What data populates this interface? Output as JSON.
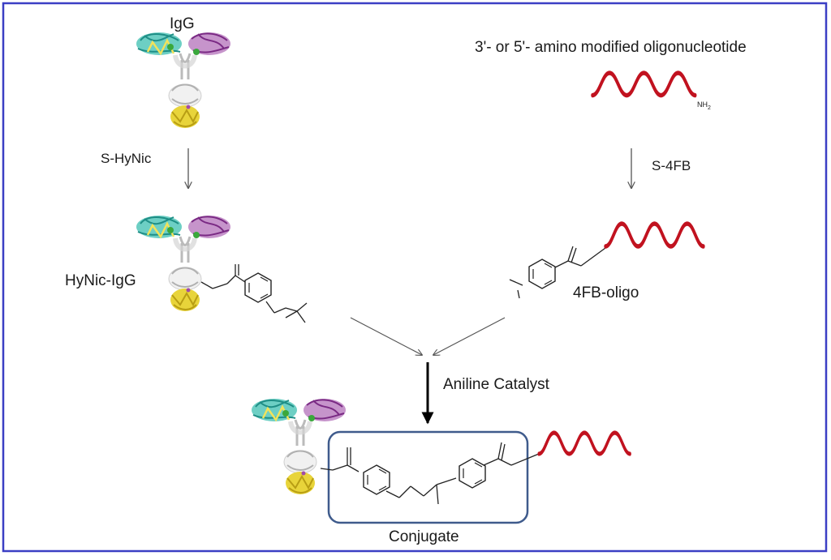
{
  "diagram": {
    "labels": {
      "igg": "IgG",
      "oligo_title": "3'- or 5'- amino modified oligonucleotide",
      "nh2": "NH",
      "nh2_sub": "2",
      "s_hynic": "S-HyNic",
      "s_4fb": "S-4FB",
      "hynic_igg": "HyNic-IgG",
      "fb_oligo": "4FB-oligo",
      "aniline": "Aniline Catalyst",
      "conjugate": "Conjugate"
    },
    "colors": {
      "border": "#3b3fc4",
      "dna_wave": "#c1121f",
      "box": "#3f5b8c",
      "arrow": "#555555",
      "bold_arrow": "#000000",
      "protein_cyan": "#3cbfb0",
      "protein_yellow": "#e8d43a",
      "protein_purple": "#a04ca8",
      "protein_green": "#3aa83c",
      "protein_gray": "#c8c8c8",
      "bond": "#222222"
    },
    "icons": {
      "antibody": "antibody-structure-icon",
      "oligo": "dna-wave-icon",
      "molecule": "chemical-structure-icon"
    }
  }
}
